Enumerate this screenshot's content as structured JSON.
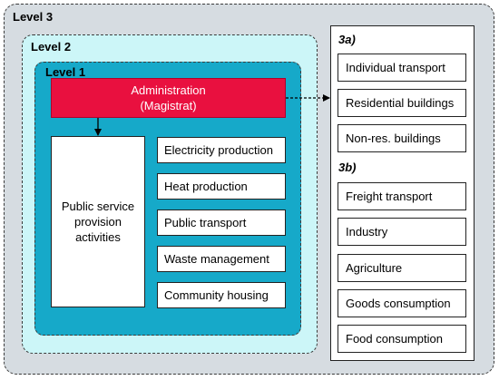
{
  "levels": {
    "level3": "Level 3",
    "level2": "Level 2",
    "level1": "Level 1"
  },
  "administration": {
    "line1": "Administration",
    "line2": "(Magistrat)"
  },
  "public_service": {
    "line1": "Public service",
    "line2": "provision",
    "line3": "activities"
  },
  "activities": [
    "Electricity production",
    "Heat production",
    "Public transport",
    "Waste management",
    "Community housing"
  ],
  "section_3a": {
    "title": "3a)",
    "items": [
      "Individual transport",
      "Residential buildings",
      "Non-res. buildings"
    ]
  },
  "section_3b": {
    "title": "3b)",
    "items": [
      "Freight transport",
      "Industry",
      "Agriculture",
      "Goods consumption",
      "Food consumption"
    ]
  },
  "colors": {
    "level3_bg": "#d6dce1",
    "level2_bg": "#ccf6f8",
    "level1_bg": "#16a9c9",
    "administration_bg": "#e9103f"
  }
}
